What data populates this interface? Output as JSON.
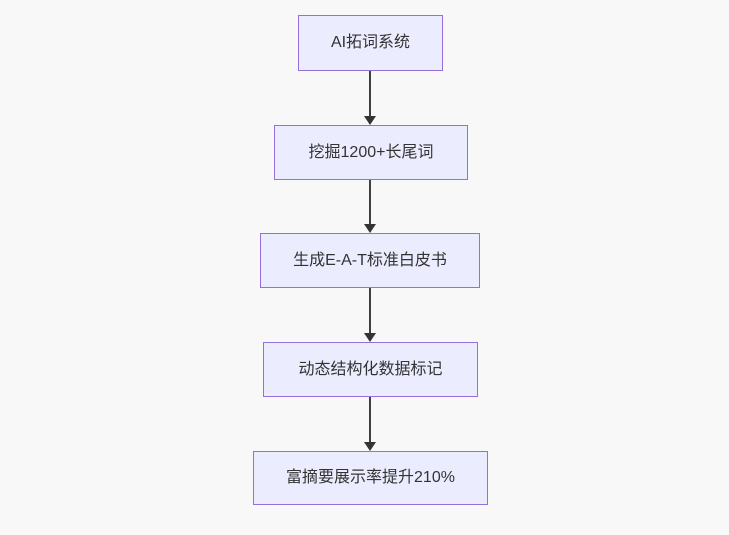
{
  "diagram": {
    "type": "flowchart",
    "direction": "top-down",
    "colors": {
      "background": "#f8f8f8",
      "node_fill": "#ececff",
      "node_border": "#9370db",
      "edge": "#333333",
      "text": "#333333"
    },
    "nodes": [
      {
        "id": "n0",
        "label": "AI拓词系统"
      },
      {
        "id": "n1",
        "label": "挖掘1200+长尾词"
      },
      {
        "id": "n2",
        "label": "生成E-A-T标准白皮书"
      },
      {
        "id": "n3",
        "label": "动态结构化数据标记"
      },
      {
        "id": "n4",
        "label": "富摘要展示率提升210%"
      }
    ],
    "edges": [
      {
        "from": "n0",
        "to": "n1"
      },
      {
        "from": "n1",
        "to": "n2"
      },
      {
        "from": "n2",
        "to": "n3"
      },
      {
        "from": "n3",
        "to": "n4"
      }
    ]
  }
}
